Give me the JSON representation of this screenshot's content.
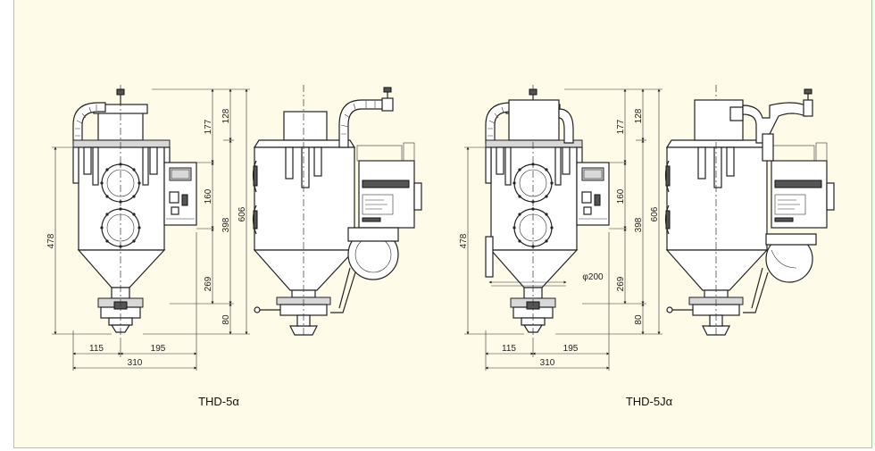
{
  "figures": [
    {
      "caption": "THD-5α",
      "dims": {
        "h128": "128",
        "h177": "177",
        "h160": "160",
        "h398": "398",
        "h606": "606",
        "h269": "269",
        "h80": "80",
        "h478": "478",
        "w115": "115",
        "w195": "195",
        "w310": "310"
      }
    },
    {
      "caption": "THD-5Jα",
      "dims": {
        "h128": "128",
        "h177": "177",
        "h160": "160",
        "h398": "398",
        "h606": "606",
        "h269": "269",
        "h80": "80",
        "h478": "478",
        "w115": "115",
        "w195": "195",
        "w310": "310",
        "phi200": "φ200"
      }
    }
  ],
  "colors": {
    "frame_bg": "#fefbe8",
    "frame_border": "#9dd09a",
    "line": "#222222"
  }
}
